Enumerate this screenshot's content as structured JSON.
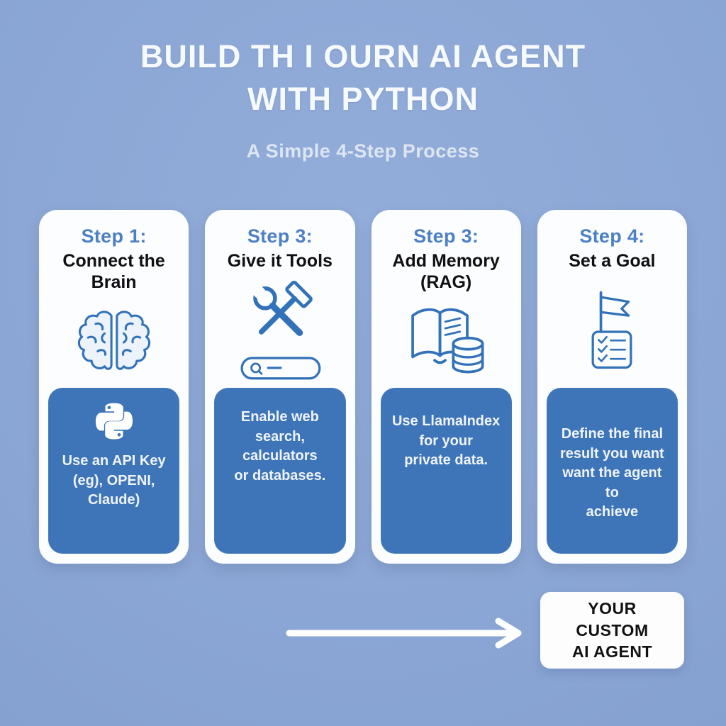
{
  "header": {
    "title": "BUILD TH I OURN AI AGENT\nWITH PYTHON",
    "subtitle": "A Simple 4-Step Process"
  },
  "cards": [
    {
      "step": "Step 1:",
      "title": "Connect the\nBrain",
      "icon": "brain-icon",
      "badge_icon": "python-logo-icon",
      "description": "Use an API Key\n(eg), OPENI, Claude)"
    },
    {
      "step": "Step 3:",
      "title": "Give it Tools",
      "icon": "tools-search-icon",
      "description": "Enable web search,\ncalculators\nor databases."
    },
    {
      "step": "Step 3:",
      "title": "Add Memory\n(RAG)",
      "icon": "book-database-icon",
      "description": "Use LlamaIndex\nfor your\nprivate data."
    },
    {
      "step": "Step 4:",
      "title": "Set a Goal",
      "icon": "flag-checklist-icon",
      "description": "Define the final\nresult you want\nwant the agent\nto\nachieve"
    }
  ],
  "result": {
    "arrow_icon": "right-arrow-icon",
    "label": "YOUR\nCUSTOM\nAI AGENT"
  },
  "colors": {
    "background": "#8DA8D6",
    "card_white": "#FCFDFE",
    "panel_blue": "#3E75B8",
    "step_text_blue": "#4C80C4",
    "icon_stroke_blue": "#3272B8",
    "title_white": "#F7FAFD",
    "dark_text": "#101014"
  }
}
